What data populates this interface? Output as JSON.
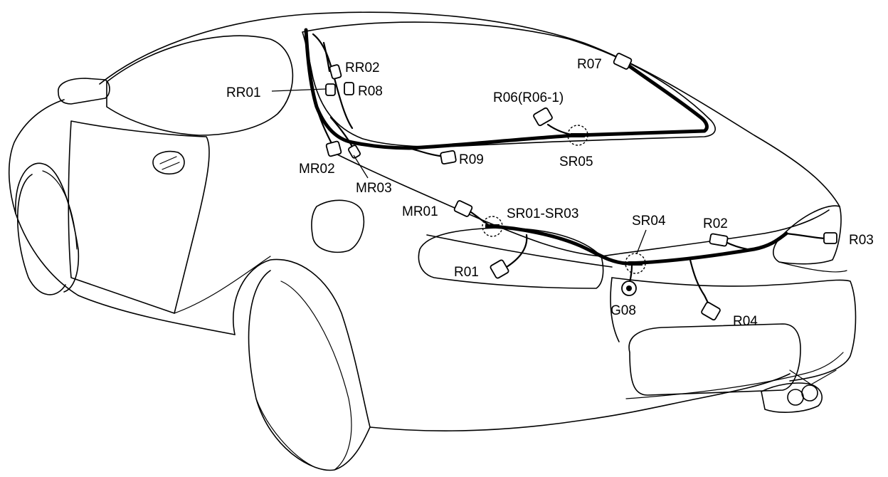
{
  "labels": {
    "rr02": "RR02",
    "rr01": "RR01",
    "r08": "R08",
    "r07": "R07",
    "r06": "R06(R06-1)",
    "r09": "R09",
    "sr05": "SR05",
    "mr02": "MR02",
    "mr03": "MR03",
    "mr01": "MR01",
    "sr01_sr03": "SR01-SR03",
    "sr04": "SR04",
    "r02": "R02",
    "r03": "R03",
    "r01": "R01",
    "g08": "G08",
    "r04": "R04"
  }
}
